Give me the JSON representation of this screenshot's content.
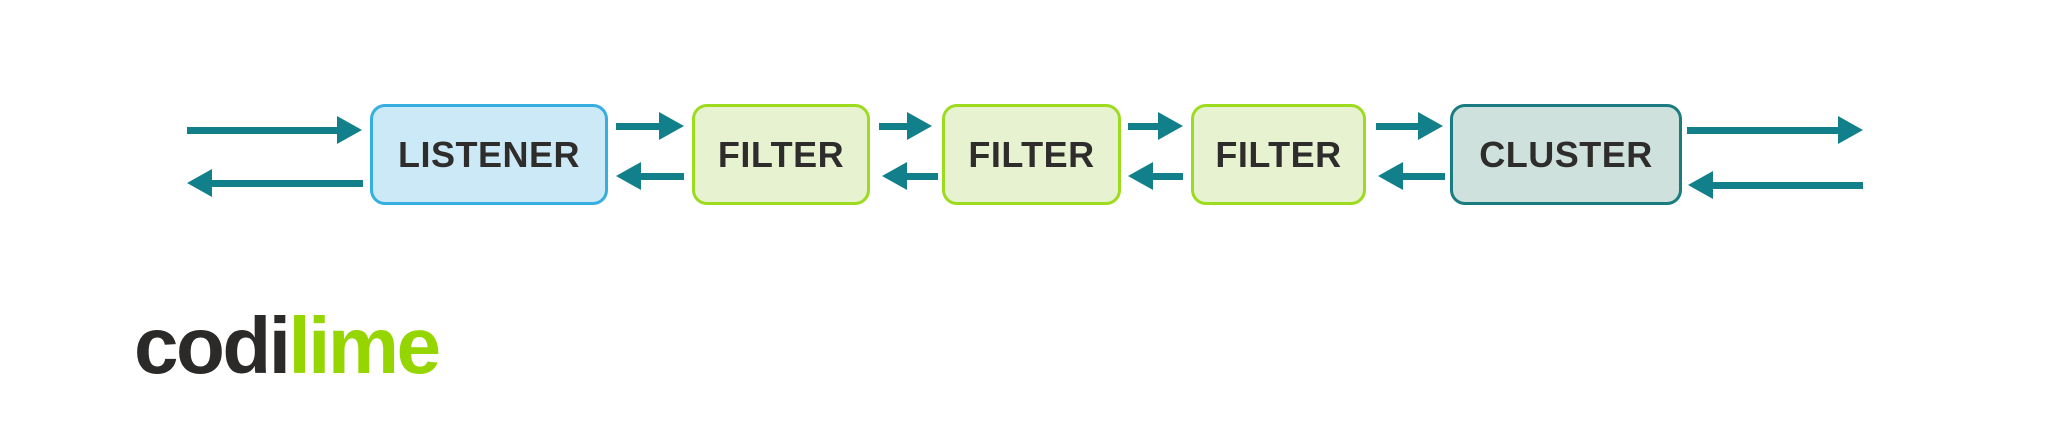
{
  "diagram": {
    "nodes": [
      {
        "id": "listener",
        "label": "LISTENER"
      },
      {
        "id": "filter-1",
        "label": "FILTER"
      },
      {
        "id": "filter-2",
        "label": "FILTER"
      },
      {
        "id": "filter-3",
        "label": "FILTER"
      },
      {
        "id": "cluster",
        "label": "CLUSTER"
      }
    ],
    "arrows": {
      "top_direction": "right",
      "bottom_direction": "left",
      "description_icons": [
        "inbound-arrow-icon",
        "outbound-arrow-icon",
        "return-arrow-icon"
      ]
    }
  },
  "logo": {
    "prefix": "codi",
    "suffix": "lime"
  },
  "colors": {
    "bg": "#ffffff",
    "arrow": "#12808a",
    "node_text": "#2e2d2c",
    "listener_fill": "#cbe9f6",
    "listener_border": "#36afe0",
    "filter_fill": "#e7f3d0",
    "filter_border": "#9cdb1e",
    "cluster_fill": "#cee1dc",
    "cluster_border": "#1a7c80",
    "logo_dark": "#2b2a28",
    "logo_lime": "#96d600"
  }
}
